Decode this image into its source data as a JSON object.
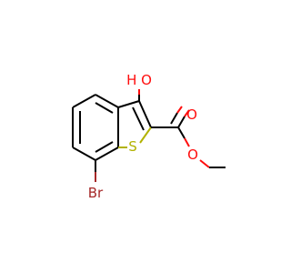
{
  "molecule": {
    "atoms": {
      "hydroxyl": {
        "label": "H O",
        "color": "#ff0d0d"
      },
      "carbonyl_oxygen": {
        "label": "O",
        "color": "#ff0d0d"
      },
      "ester_oxygen": {
        "label": "O",
        "color": "#ff0d0d"
      },
      "sulfur": {
        "label": "S",
        "color": "#b2b200"
      },
      "bromine": {
        "label": "Br",
        "color": "#a62929"
      }
    },
    "bond_color": "#000000"
  }
}
